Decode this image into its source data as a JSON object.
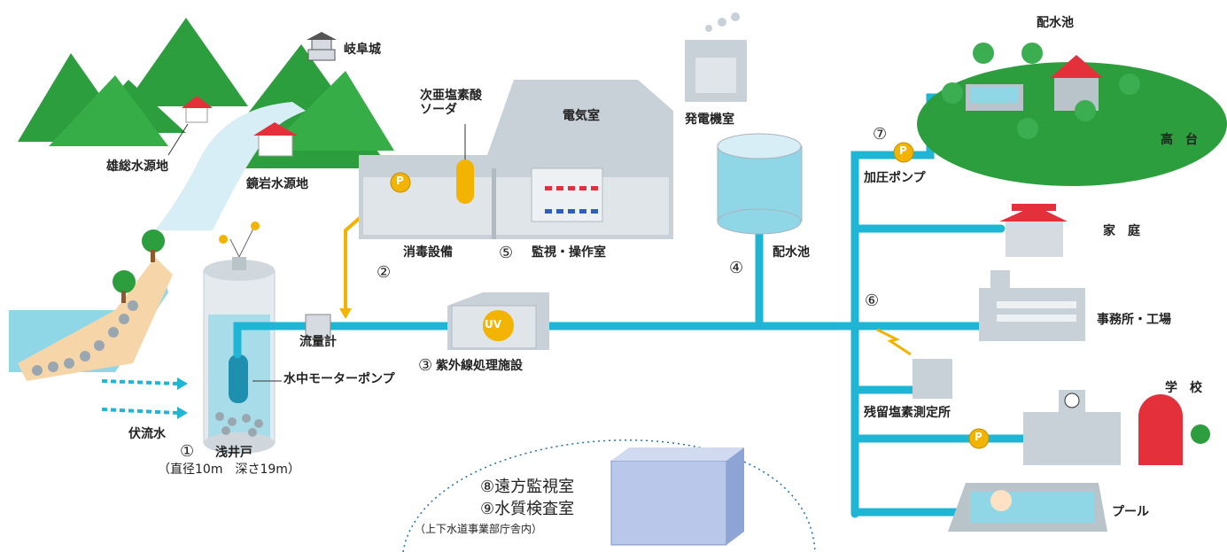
{
  "labels": {
    "oguma": "雄総水源地",
    "kagamiiwa": "鏡岩水源地",
    "gifu_castle": "岐阜城",
    "hypochlorite": "次亜塩素酸\nソーダ",
    "electric_room": "電気室",
    "generator_room": "発電機室",
    "reservoir_top": "配水池",
    "highland": "高　台",
    "booster_num": "⑦",
    "booster_pump": "加圧ポンプ",
    "household": "家　庭",
    "disinfection_num": "②",
    "disinfection": "消毒設備",
    "monitoring_num": "⑤",
    "monitoring": "監視・操作室",
    "reservoir_num": "④",
    "reservoir": "配水池",
    "office_num": "⑥",
    "office": "事務所・工場",
    "flowmeter": "流量計",
    "uv_num": "③",
    "uv": "紫外線処理施設",
    "uv_tag": "UV",
    "pump_tag": "P",
    "submersible": "水中モーターポンプ",
    "residual_chlorine": "残留塩素測定所",
    "school": "学　校",
    "underflow": "伏流水",
    "well_num": "①",
    "well": "浅井戸",
    "well_dims": "（直径10m　深さ19m）",
    "remote_monitor": "⑧遠方監視室",
    "water_quality": "⑨水質検査室",
    "hq_note": "（上下水道事業部庁舎内）",
    "pool": "プール"
  },
  "colors": {
    "pipe": "#1fb6d6",
    "chem_pipe": "#f2b400",
    "mountain": "#2d9e3e",
    "building": "#b9c3ca",
    "roof": "#e3303b",
    "water": "#8fd6e6"
  }
}
